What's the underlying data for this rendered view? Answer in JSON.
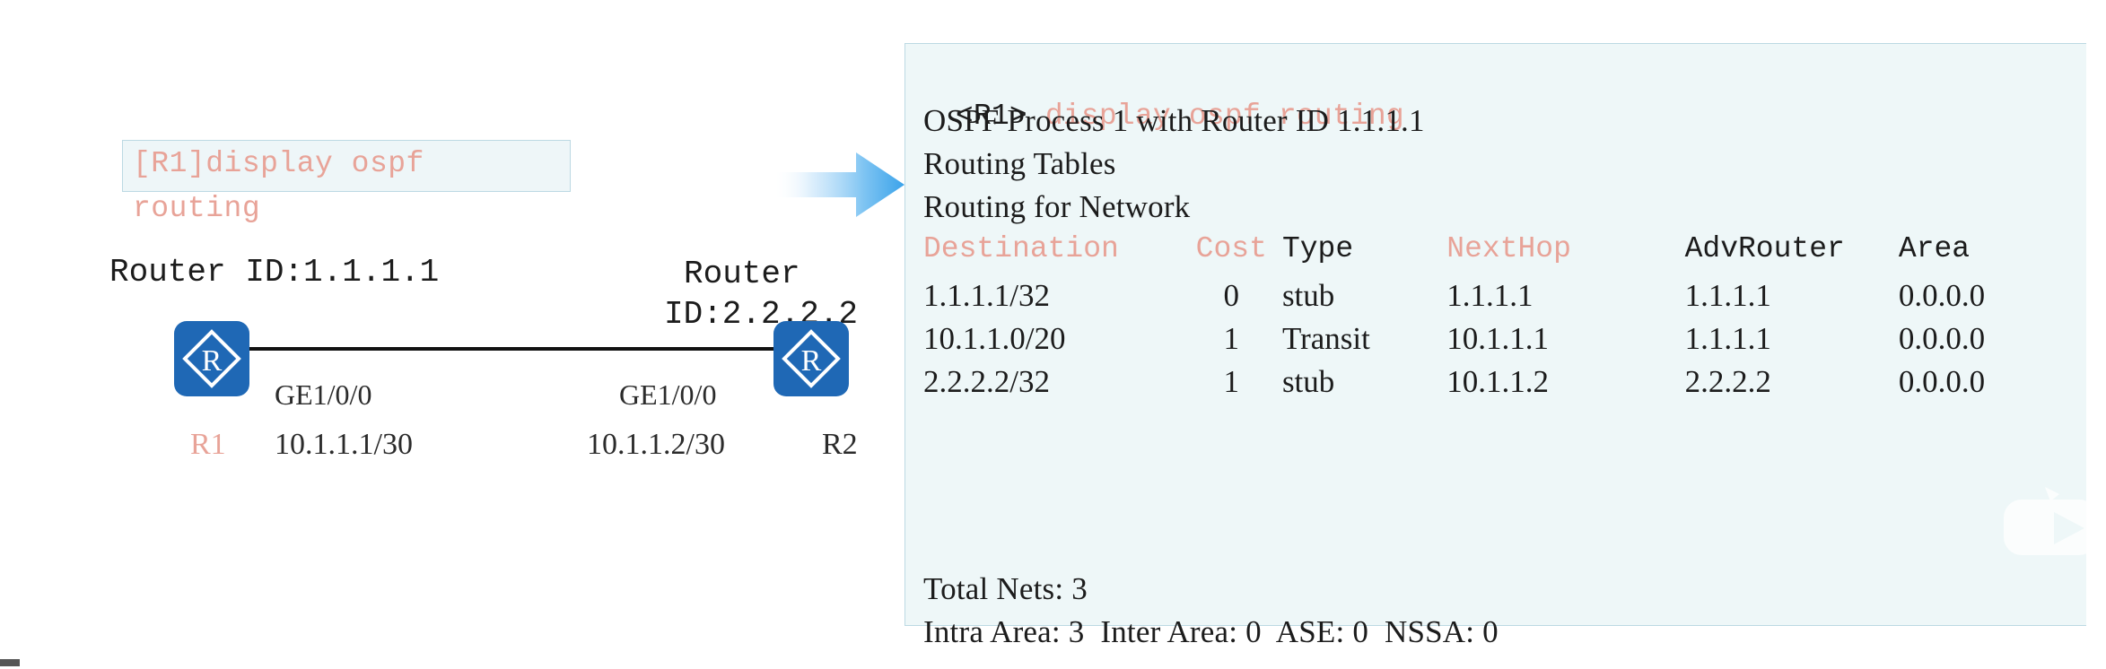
{
  "diagram": {
    "command_box": {
      "line1": "[R1]display ospf",
      "line2": "routing",
      "accent_color": "#e8a398",
      "bg_color": "#eef6f8",
      "border_color": "#bcd9e3"
    },
    "nodes": [
      {
        "name": "R1",
        "name_color": "#e8a398",
        "router_id_label": "Router ID:1.1.1.1",
        "interface": "GE1/0/0",
        "ip_address": "10.1.1.1/30",
        "icon": "router-icon"
      },
      {
        "name": "R2",
        "name_color": "#2b2b2b",
        "router_id_label_line1": "Router",
        "router_id_label_line2": "ID:2.2.2.2",
        "interface": "GE1/0/0",
        "ip_address": "10.1.1.2/30",
        "icon": "router-icon"
      }
    ],
    "link": {
      "type": "ethernet-line",
      "color": "#111111"
    },
    "arrow": {
      "direction": "right",
      "color": "#5bb4ee"
    }
  },
  "terminal": {
    "prompt": "<R1>",
    "command": "display ospf routing",
    "command_color": "#e8a398",
    "bg_color": "#eef7f8",
    "border_color": "#bcd9e3",
    "header_lines": [
      "OSPF Process 1 with Router ID 1.1.1.1",
      "Routing Tables",
      "Routing for Network"
    ],
    "process_line": "OSPF Process 1 with Router ID 1.1.1.1",
    "tables_line": "Routing Tables",
    "for_network_line": "Routing for Network",
    "table": {
      "columns": [
        {
          "label": "Destination",
          "color": "#e8a398"
        },
        {
          "label": "Cost",
          "color": "#e8a398"
        },
        {
          "label": "Type",
          "color": "#1c1c1c"
        },
        {
          "label": "NextHop",
          "color": "#e8a398"
        },
        {
          "label": "AdvRouter",
          "color": "#1c1c1c"
        },
        {
          "label": "Area",
          "color": "#1c1c1c"
        }
      ],
      "rows": [
        {
          "destination": "1.1.1.1/32",
          "cost": "0",
          "type": "stub",
          "nexthop": "1.1.1.1",
          "advrouter": "1.1.1.1",
          "area": "0.0.0.0"
        },
        {
          "destination": "10.1.1.0/20",
          "cost": "1",
          "type": "Transit",
          "nexthop": "10.1.1.1",
          "advrouter": "1.1.1.1",
          "area": "0.0.0.0"
        },
        {
          "destination": "2.2.2.2/32",
          "cost": "1",
          "type": "stub",
          "nexthop": "10.1.1.2",
          "advrouter": "2.2.2.2",
          "area": "0.0.0.0"
        }
      ]
    },
    "summary": {
      "total_nets": "Total Nets: 3",
      "areas": "Intra Area: 3  Inter Area: 0  ASE: 0  NSSA: 0"
    }
  }
}
